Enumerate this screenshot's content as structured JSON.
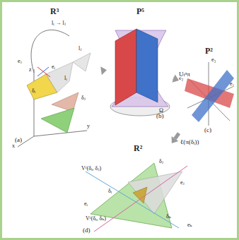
{
  "diagram": {
    "nodes": [
      {
        "text": [
          "R³",
          "(a)"
        ]
      },
      {
        "text": [
          "P⁵",
          "(b)"
        ]
      },
      {
        "text": [
          "P²",
          "(c)"
        ]
      },
      {
        "text": [
          "R²",
          "(d)"
        ]
      }
    ],
    "edges": [
      {
        "from": 0,
        "to": 1,
        "arrow": "to"
      },
      {
        "from": 1,
        "to": 2,
        "label": "Uₜˣπ",
        "arrow": "to"
      },
      {
        "from": 2,
        "to": 3,
        "label": "ℓ(π(δᵢ))",
        "arrow": "to"
      }
    ],
    "labels": [
      "lᵢ → lⱼ",
      "eⱼ",
      "eᵢ",
      "lⱼ",
      "lᵢ",
      "δᵢ",
      "δⱼ",
      "x",
      "y",
      "z",
      "Ω",
      "e₁",
      "e₂",
      "e₃",
      "Vᶜ(δᵢ, δⱼ)",
      "Vᶜ(δᵢ, δₖ)",
      "δᵢ",
      "δⱼ",
      "δₖ",
      "eᵢ",
      "eⱼ",
      "eₖ"
    ]
  }
}
